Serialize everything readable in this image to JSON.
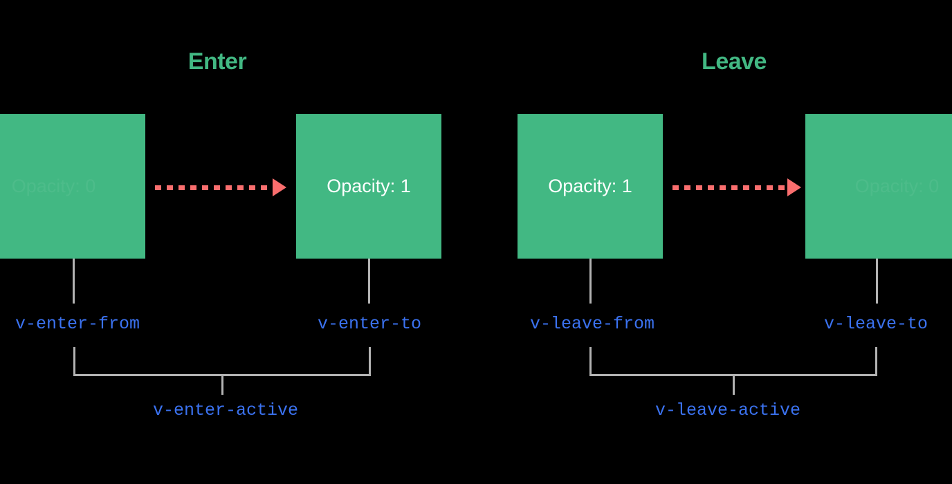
{
  "diagram": {
    "title": "Vue transition class lifecycle",
    "background_color": "#000000",
    "accent_green": "#42b883",
    "accent_coral": "#fa6e6e",
    "accent_blue": "#3b72f0",
    "connector_gray": "#b3b3b3"
  },
  "sections": [
    {
      "id": "enter",
      "heading": "Enter",
      "from_box": {
        "label": "Opacity: 0",
        "state": "faded",
        "class_name": "v-enter-from"
      },
      "to_box": {
        "label": "Opacity: 1",
        "state": "visible",
        "class_name": "v-enter-to"
      },
      "arrow": {
        "style": "dashed",
        "direction": "right",
        "color": "#fa6e6e"
      },
      "active_class": "v-enter-active"
    },
    {
      "id": "leave",
      "heading": "Leave",
      "from_box": {
        "label": "Opacity: 1",
        "state": "visible",
        "class_name": "v-leave-from"
      },
      "to_box": {
        "label": "Opacity: 0",
        "state": "faded",
        "class_name": "v-leave-to"
      },
      "arrow": {
        "style": "dashed",
        "direction": "right",
        "color": "#fa6e6e"
      },
      "active_class": "v-leave-active"
    }
  ]
}
